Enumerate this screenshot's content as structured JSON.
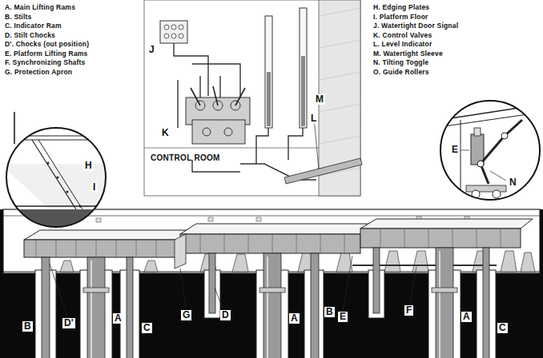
{
  "diagram": {
    "labels": [
      "A. Main Lifting Rams",
      "B. Stilts",
      "C. Indicator Ram",
      "D. Stilt Chocks",
      "D'. Chocks (out position)",
      "E. Platform Lifting Rams",
      "F. Synchronizing Shafts",
      "G. Protection Apron",
      "H. Edging Plates",
      "I. Platform Floor",
      "J. Watertight Door Signal",
      "K. Control Valves",
      "L. Level Indicator",
      "M. Watertight Sleeve",
      "N. Tilting Toggle",
      "O. Guide Rollers",
      "J",
      "K",
      "L",
      "M",
      "CONTROL ROOM",
      "H",
      "I",
      "E",
      "N",
      "B",
      "D'",
      "A",
      "C",
      "G",
      "D",
      "A",
      "B",
      "E",
      "F",
      "A",
      "C"
    ]
  }
}
